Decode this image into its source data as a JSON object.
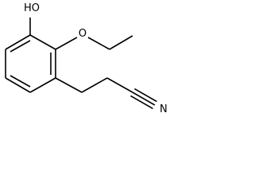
{
  "molecule": {
    "atoms": {
      "hydroxyl": "HO",
      "ether_oxygen": "O",
      "nitrile_nitrogen": "N"
    }
  },
  "colors": {
    "background": "#ffffff",
    "bond": "#000000",
    "label": "#000000"
  }
}
